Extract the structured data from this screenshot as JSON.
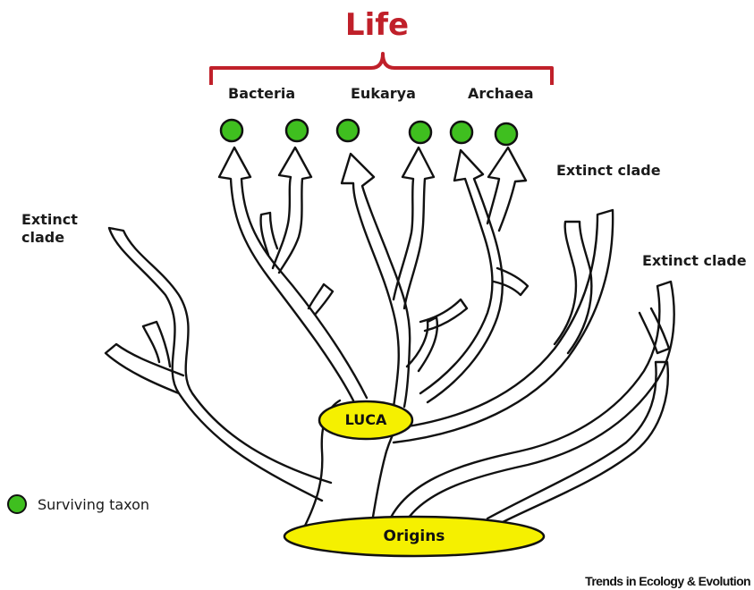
{
  "title": "Life",
  "top_clades": {
    "bacteria": "Bacteria",
    "eukarya": "Eukarya",
    "archaea": "Archaea"
  },
  "extinct_labels": {
    "left": "Extinct\nclade",
    "right_upper": "Extinct clade",
    "right_lower": "Extinct clade"
  },
  "nodes": {
    "luca": "LUCA",
    "origins": "Origins"
  },
  "legend": {
    "label": "Surviving taxon"
  },
  "credit": "Trends in Ecology & Evolution",
  "colors": {
    "title": "#c0202a",
    "bracket": "#c0202a",
    "surviving_taxon": "#3fbf1f",
    "node_oval": "#f5f000",
    "branch_outline": "#111111"
  },
  "icons": {
    "surviving_taxon": "green-circle",
    "node": "yellow-ellipse"
  }
}
